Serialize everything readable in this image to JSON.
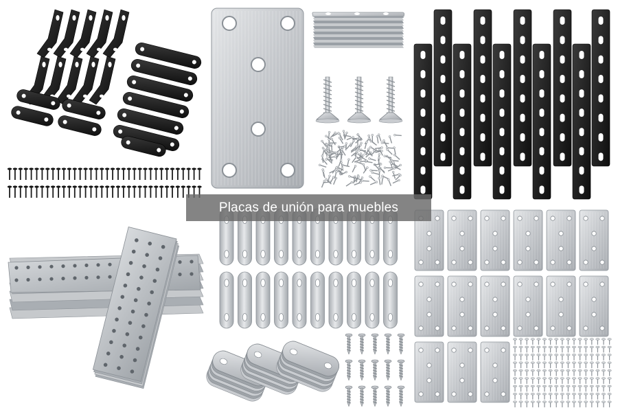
{
  "caption": {
    "text": "Placas de unión para muebles"
  },
  "colors": {
    "background": "#ffffff",
    "black_metal": "#1b1b1b",
    "steel": "#c9ccd0",
    "steel_dark": "#9ea3a8",
    "galvanized": "#b4b9be",
    "caption_bg": "#696969",
    "caption_text": "#ffffff"
  },
  "groups": [
    "black-angle-brackets",
    "black-flat-straps",
    "black-screws",
    "steel-rectangle-plate",
    "stacked-steel-plates",
    "countersunk-screws",
    "small-screw-pile",
    "black-slotted-straps",
    "galvanized-perforated-plates",
    "steel-mending-straps",
    "stacked-curved-straps",
    "steel-screws",
    "steel-square-plates",
    "small-steel-screws"
  ]
}
